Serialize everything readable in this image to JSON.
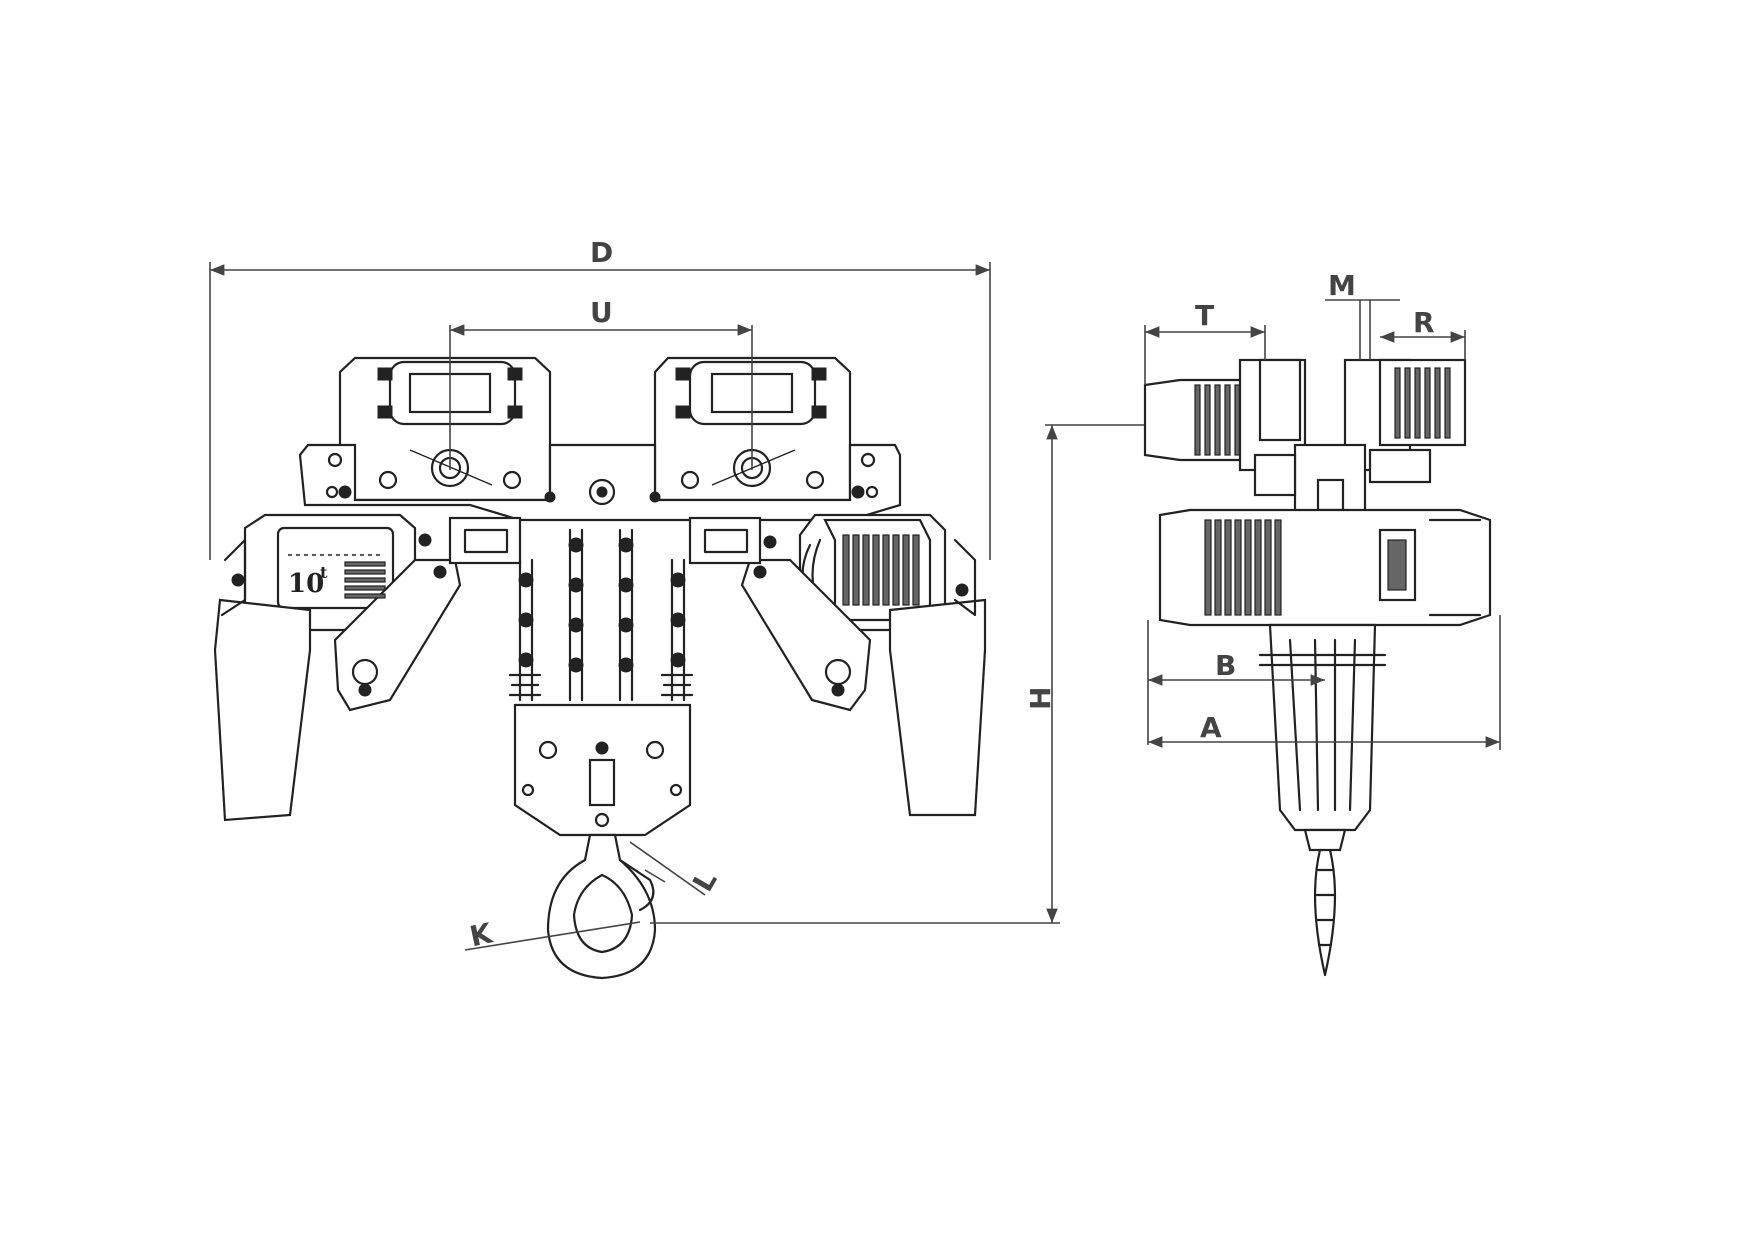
{
  "labels": {
    "D": "D",
    "U": "U",
    "H": "H",
    "K": "K",
    "L": "L",
    "T": "T",
    "M": "M",
    "R": "R",
    "B": "B",
    "A": "A"
  },
  "nameplate": {
    "capacity": "10",
    "unit": "t"
  }
}
